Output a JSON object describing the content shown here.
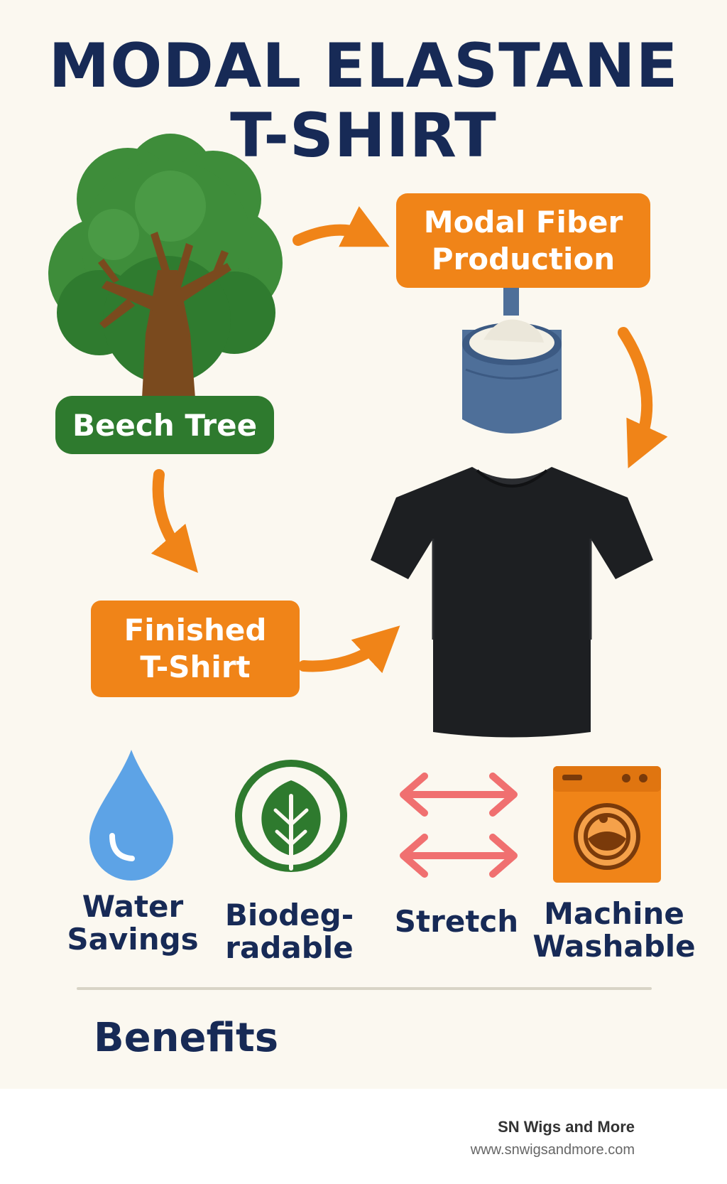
{
  "title": {
    "line1": "MODAL ELASTANE",
    "line2": "T-SHIRT"
  },
  "process": {
    "beech_tree": "Beech Tree",
    "modal_fiber": {
      "line1": "Modal Fiber",
      "line2": "Production"
    },
    "finished": {
      "line1": "Finished",
      "line2": "T-Shirt"
    }
  },
  "benefits": {
    "water": {
      "line1": "Water",
      "line2": "Savings",
      "icon": "water-drop-icon"
    },
    "bio": {
      "line1": "Biodeg-",
      "line2": "radable",
      "icon": "leaf-icon"
    },
    "stretch": {
      "line1": "Stretch",
      "icon": "stretch-arrows-icon"
    },
    "wash": {
      "line1": "Machine",
      "line2": "Washable",
      "icon": "washing-machine-icon"
    }
  },
  "benefits_heading": "Benefits",
  "footer": {
    "brand": "SN Wigs and More",
    "url": "www.snwigsandmore.com"
  },
  "colors": {
    "background": "#fbf8f0",
    "navy": "#172a56",
    "orange": "#f08418",
    "green": "#2e7a2e",
    "water_blue": "#5da3e6",
    "stretch_red": "#f07070",
    "fiber_blue": "#4e6f99"
  }
}
